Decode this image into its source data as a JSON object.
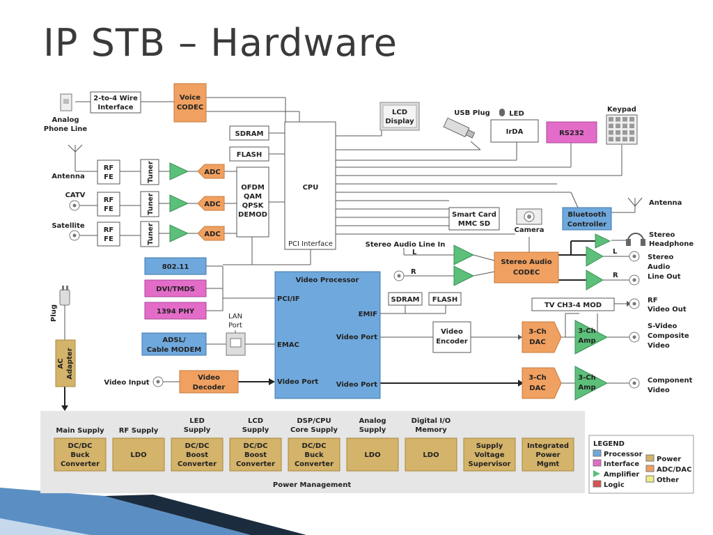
{
  "title": "IP STB – Hardware",
  "colors": {
    "processor": "#6fa8dc",
    "interface": "#e36cc9",
    "amplifier": "#5cbf7a",
    "logic": "#d9534f",
    "power": "#d4b36a",
    "adc": "#f0a060",
    "other": "#eeee88"
  },
  "labels": {
    "analog_phone_line_1": "Analog",
    "analog_phone_line_2": "Phone Line",
    "wire_iface_1": "2-to-4 Wire",
    "wire_iface_2": "Interface",
    "voice_codec_1": "Voice",
    "voice_codec_2": "CODEC",
    "sdram": "SDRAM",
    "flash": "FLASH",
    "cpu": "CPU",
    "pci_interface": "PCI Interface",
    "lcd_display_1": "LCD",
    "lcd_display_2": "Display",
    "usb_plug": "USB Plug",
    "led": "LED",
    "irda": "IrDA",
    "rs232": "RS232",
    "keypad": "Keypad",
    "antenna": "Antenna",
    "catv": "CATV",
    "satellite": "Satellite",
    "rf": "RF",
    "fe": "FE",
    "tuner": "Tuner",
    "adc": "ADC",
    "ofdm": "OFDM",
    "qam": "QAM",
    "qpsk": "QPSK",
    "demod": "DEMOD",
    "smart_card_1": "Smart Card",
    "smart_card_2": "MMC SD",
    "camera": "Camera",
    "bluetooth_1": "Bluetooth",
    "bluetooth_2": "Controller",
    "antenna_bt": "Antenna",
    "stereo_headphone_1": "Stereo",
    "stereo_headphone_2": "Headphone",
    "stereo_line_in": "Stereo Audio Line In",
    "l": "L",
    "r": "R",
    "stereo_codec_1": "Stereo Audio",
    "stereo_codec_2": "CODEC",
    "stereo_line_out_1": "Stereo",
    "stereo_line_out_2": "Audio",
    "stereo_line_out_3": "Line Out",
    "wifi": "802.11",
    "dvi": "DVI/TMDS",
    "phy1394": "1394 PHY",
    "lan_port_1": "LAN",
    "lan_port_2": "Port",
    "adsl_1": "ADSL/",
    "adsl_2": "Cable MODEM",
    "video_processor": "Video Processor",
    "pci_if": "PCI/IF",
    "emif": "EMIF",
    "emac": "EMAC",
    "video_port": "Video Port",
    "vp_sdram": "SDRAM",
    "vp_flash": "FLASH",
    "tv_mod": "TV CH3-4 MOD",
    "rf_out_1": "RF",
    "rf_out_2": "Video Out",
    "video_encoder_1": "Video",
    "video_encoder_2": "Encoder",
    "dac_1": "3-Ch",
    "dac_2": "DAC",
    "amp_1": "3-Ch",
    "amp_2": "Amp",
    "svideo_1": "S-Video",
    "svideo_2": "Composite",
    "svideo_3": "Video",
    "component_1": "Component",
    "component_2": "Video",
    "video_input": "Video Input",
    "video_decoder_1": "Video",
    "video_decoder_2": "Decoder",
    "plug": "Plug",
    "ac_adapter_1": "AC",
    "ac_adapter_2": "Adapter",
    "power_management": "Power Management"
  },
  "power_supplies": [
    {
      "header": [
        "Main Supply"
      ],
      "box": [
        "DC/DC",
        "Buck",
        "Converter"
      ]
    },
    {
      "header": [
        "RF Supply"
      ],
      "box": [
        "LDO"
      ]
    },
    {
      "header": [
        "LED",
        "Supply"
      ],
      "box": [
        "DC/DC",
        "Boost",
        "Converter"
      ]
    },
    {
      "header": [
        "LCD",
        "Supply"
      ],
      "box": [
        "DC/DC",
        "Boost",
        "Converter"
      ]
    },
    {
      "header": [
        "DSP/CPU",
        "Core Supply"
      ],
      "box": [
        "DC/DC",
        "Buck",
        "Converter"
      ]
    },
    {
      "header": [
        "Analog",
        "Supply"
      ],
      "box": [
        "LDO"
      ]
    },
    {
      "header": [
        "Digital I/O",
        "Memory"
      ],
      "box": [
        "LDO"
      ]
    },
    {
      "header": [],
      "box": [
        "Supply",
        "Voltage",
        "Supervisor"
      ]
    },
    {
      "header": [],
      "box": [
        "Integrated",
        "Power",
        "Mgmt"
      ]
    }
  ],
  "legend": {
    "title": "LEGEND",
    "items": [
      {
        "label": "Processor",
        "color": "#6fa8dc",
        "shape": "rect"
      },
      {
        "label": "Interface",
        "color": "#e36cc9",
        "shape": "rect"
      },
      {
        "label": "Amplifier",
        "color": "#5cbf7a",
        "shape": "triangle"
      },
      {
        "label": "Logic",
        "color": "#d9534f",
        "shape": "rect"
      },
      {
        "label": "Power",
        "color": "#d4b36a",
        "shape": "rect"
      },
      {
        "label": "ADC/DAC",
        "color": "#f0a060",
        "shape": "rect"
      },
      {
        "label": "Other",
        "color": "#eeee88",
        "shape": "rect"
      }
    ]
  }
}
